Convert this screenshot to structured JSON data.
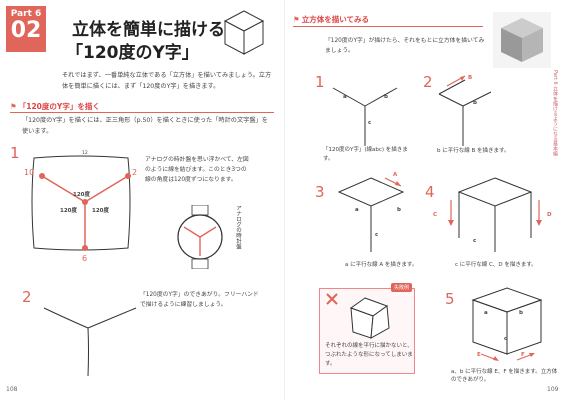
{
  "left": {
    "part_label": "Part 6",
    "part_num": "02",
    "title_line1": "立体を簡単に描ける",
    "title_line2": "「120度のY字」",
    "intro": "それではまず、一番単純な立体である「立方体」を描いてみましょう。立方体を簡単に描くには、まず「120度のY字」を描きます。",
    "section_title": "「120度のY字」を描く",
    "section_body": "「120度のY字」を描くには、正三角形（p.50）を描くときに使った「時計の文字盤」を使います。",
    "clock_text": "アナログの時計盤を思い浮かべて、左図のように線を結びます。このとき3つの線の角度は120度ずつになります。",
    "clock_label": "アナログの時計盤",
    "angle1": "120度",
    "angle2": "120度",
    "angle3": "120度",
    "clock_12": "12",
    "clock_10": "10",
    "clock_2": "2",
    "clock_6": "6",
    "step1": "1",
    "step2": "2",
    "freehand_text": "「120度のY字」のできあがり。フリーハンドで描けるように練習しましょう。",
    "page_number": "108"
  },
  "right": {
    "section_title": "立方体を描いてみる",
    "intro": "「120度のY字」が描けたら、それをもとに立方体を描いてみましょう。",
    "side_tab": "Part 6 立体を描けるようになる基本編",
    "s1": "1",
    "s2": "2",
    "s3": "3",
    "s4": "4",
    "s5": "5",
    "lbl_a": "a",
    "lbl_b": "b",
    "lbl_c": "c",
    "lbl_A": "A",
    "lbl_B": "B",
    "lbl_C": "C",
    "lbl_D": "D",
    "lbl_E": "E",
    "lbl_F": "F",
    "cap1": "「120度のY字」(線abc) を描きます。",
    "cap2": "b に平行な線 B を描きます。",
    "cap3": "a に平行な線 A を描きます。",
    "cap4": "c に平行な線 C、D を描きます。",
    "fail_badge": "失敗例",
    "fail_text": "それぞれの線を平行に描かないと、つぶれたような形になってしまいます。",
    "cap5": "a、b に平行な線 E、F を描きます。立方体のできあがり。",
    "page_number": "109"
  },
  "colors": {
    "accent": "#e0655a",
    "text": "#333333"
  }
}
